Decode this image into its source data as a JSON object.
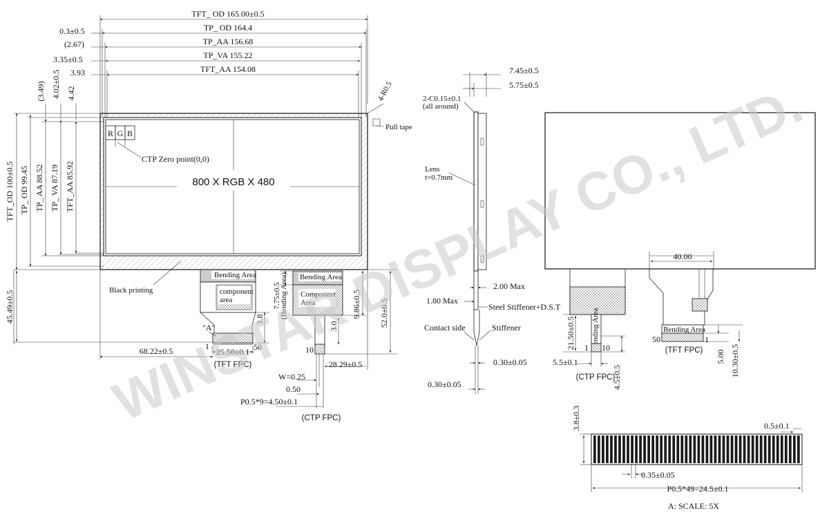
{
  "front": {
    "tft_od_w": "TFT_ OD 165.00±0.5",
    "tp_od_w": "TP_ OD 164.4",
    "tp_aa_w": "TP_AA 156.68",
    "tp_va_w": "TP_VA 155.22",
    "tft_aa_w": "TFT_AA 154.08",
    "off_03": "0.3±0.5",
    "off_267": "(2.67)",
    "off_335": "3.35±0.5",
    "off_393": "3.93",
    "off_349": "(3.49)",
    "off_402": "4.02±0.5",
    "off_442": "4.42",
    "tft_od_h": "TFT_OD 100±0.5",
    "tp_od_h": "TP_ OD 99.45",
    "tp_aa_h": "TP_ AA 88.52",
    "tp_va_h": "TP_ VA 87.19",
    "tft_aa_h": "TFT_AA 85.92",
    "corner_r": "4-R0.5",
    "pull_tape": "Pull tape",
    "r": "R",
    "g": "G",
    "b": "B",
    "ctp_zero": "CTP Zero point(0,0)",
    "resolution": "800 X RGB X 480",
    "black_printing": "Black printing",
    "bending_area": "Bending Area",
    "component_area_small": [
      "component",
      "area"
    ],
    "component_area_large": [
      "Component",
      "Area"
    ],
    "dim_775": "7.75±0.5",
    "bending_rot": "(Bending Area)",
    "dim_986": "9.86±0.5",
    "dim_52": "52.0±0.5",
    "dim_4549": "45.49±0.5",
    "dim_38": "3.8",
    "dim_30": "3.0",
    "detail_a": "\"A\"",
    "pin_1": "1",
    "pin_50": "50",
    "pin_10": "10",
    "dim_6822": "68.22±0.5",
    "dim_2550": "25.50±0.1",
    "dim_2829": "28.29±0.5",
    "tft_fpc": "(TFT FPC)",
    "w025": "W=0.25",
    "dim_050": "0.50",
    "p05x9": "P0.5*9=4.50±0.1",
    "ctp_fpc": "(CTP FPC)"
  },
  "side": {
    "dim_745": "7.45±0.5",
    "dim_575": "5.75±0.5",
    "chamfer": "2-C0.15±0.1",
    "all_around": "(all around)",
    "lens": "Lens",
    "lens_t": "t=0.7mm",
    "dim_200": "2.00 Max",
    "dim_180": "1.80 Max",
    "steel": "Steel Stiffener+D.S.T",
    "contact": "Contact side",
    "stiffener": "Stiffener",
    "dim_030a": "0.30±0.05",
    "dim_030b": "0.30±0.05"
  },
  "back": {
    "dim_40": "40.00",
    "bending_area": "Bending Area",
    "bending_small": "Bending Area",
    "dim_2150": "21.50±0.5",
    "pin_1a": "1",
    "pin_10": "10",
    "dim_55": "5.5±0.1",
    "ctp_fpc": "(CTP FPC)",
    "dim_45": "4.5±0.5",
    "pin_50": "50",
    "pin_1b": "1",
    "tft_fpc": "(TFT FPC)",
    "dim_50": "5.00",
    "dim_1030": "10.30±0.5"
  },
  "detail": {
    "dim_38": "3.8±0.3",
    "dim_05": "0.5±0.1",
    "dim_035": "0.35±0.05",
    "pitch": "P0.5*49=24.5±0.1",
    "scale": "A: SCALE: 5X",
    "finger_count": 50
  },
  "watermark": "WINSTAR DISPLAY CO., LTD."
}
